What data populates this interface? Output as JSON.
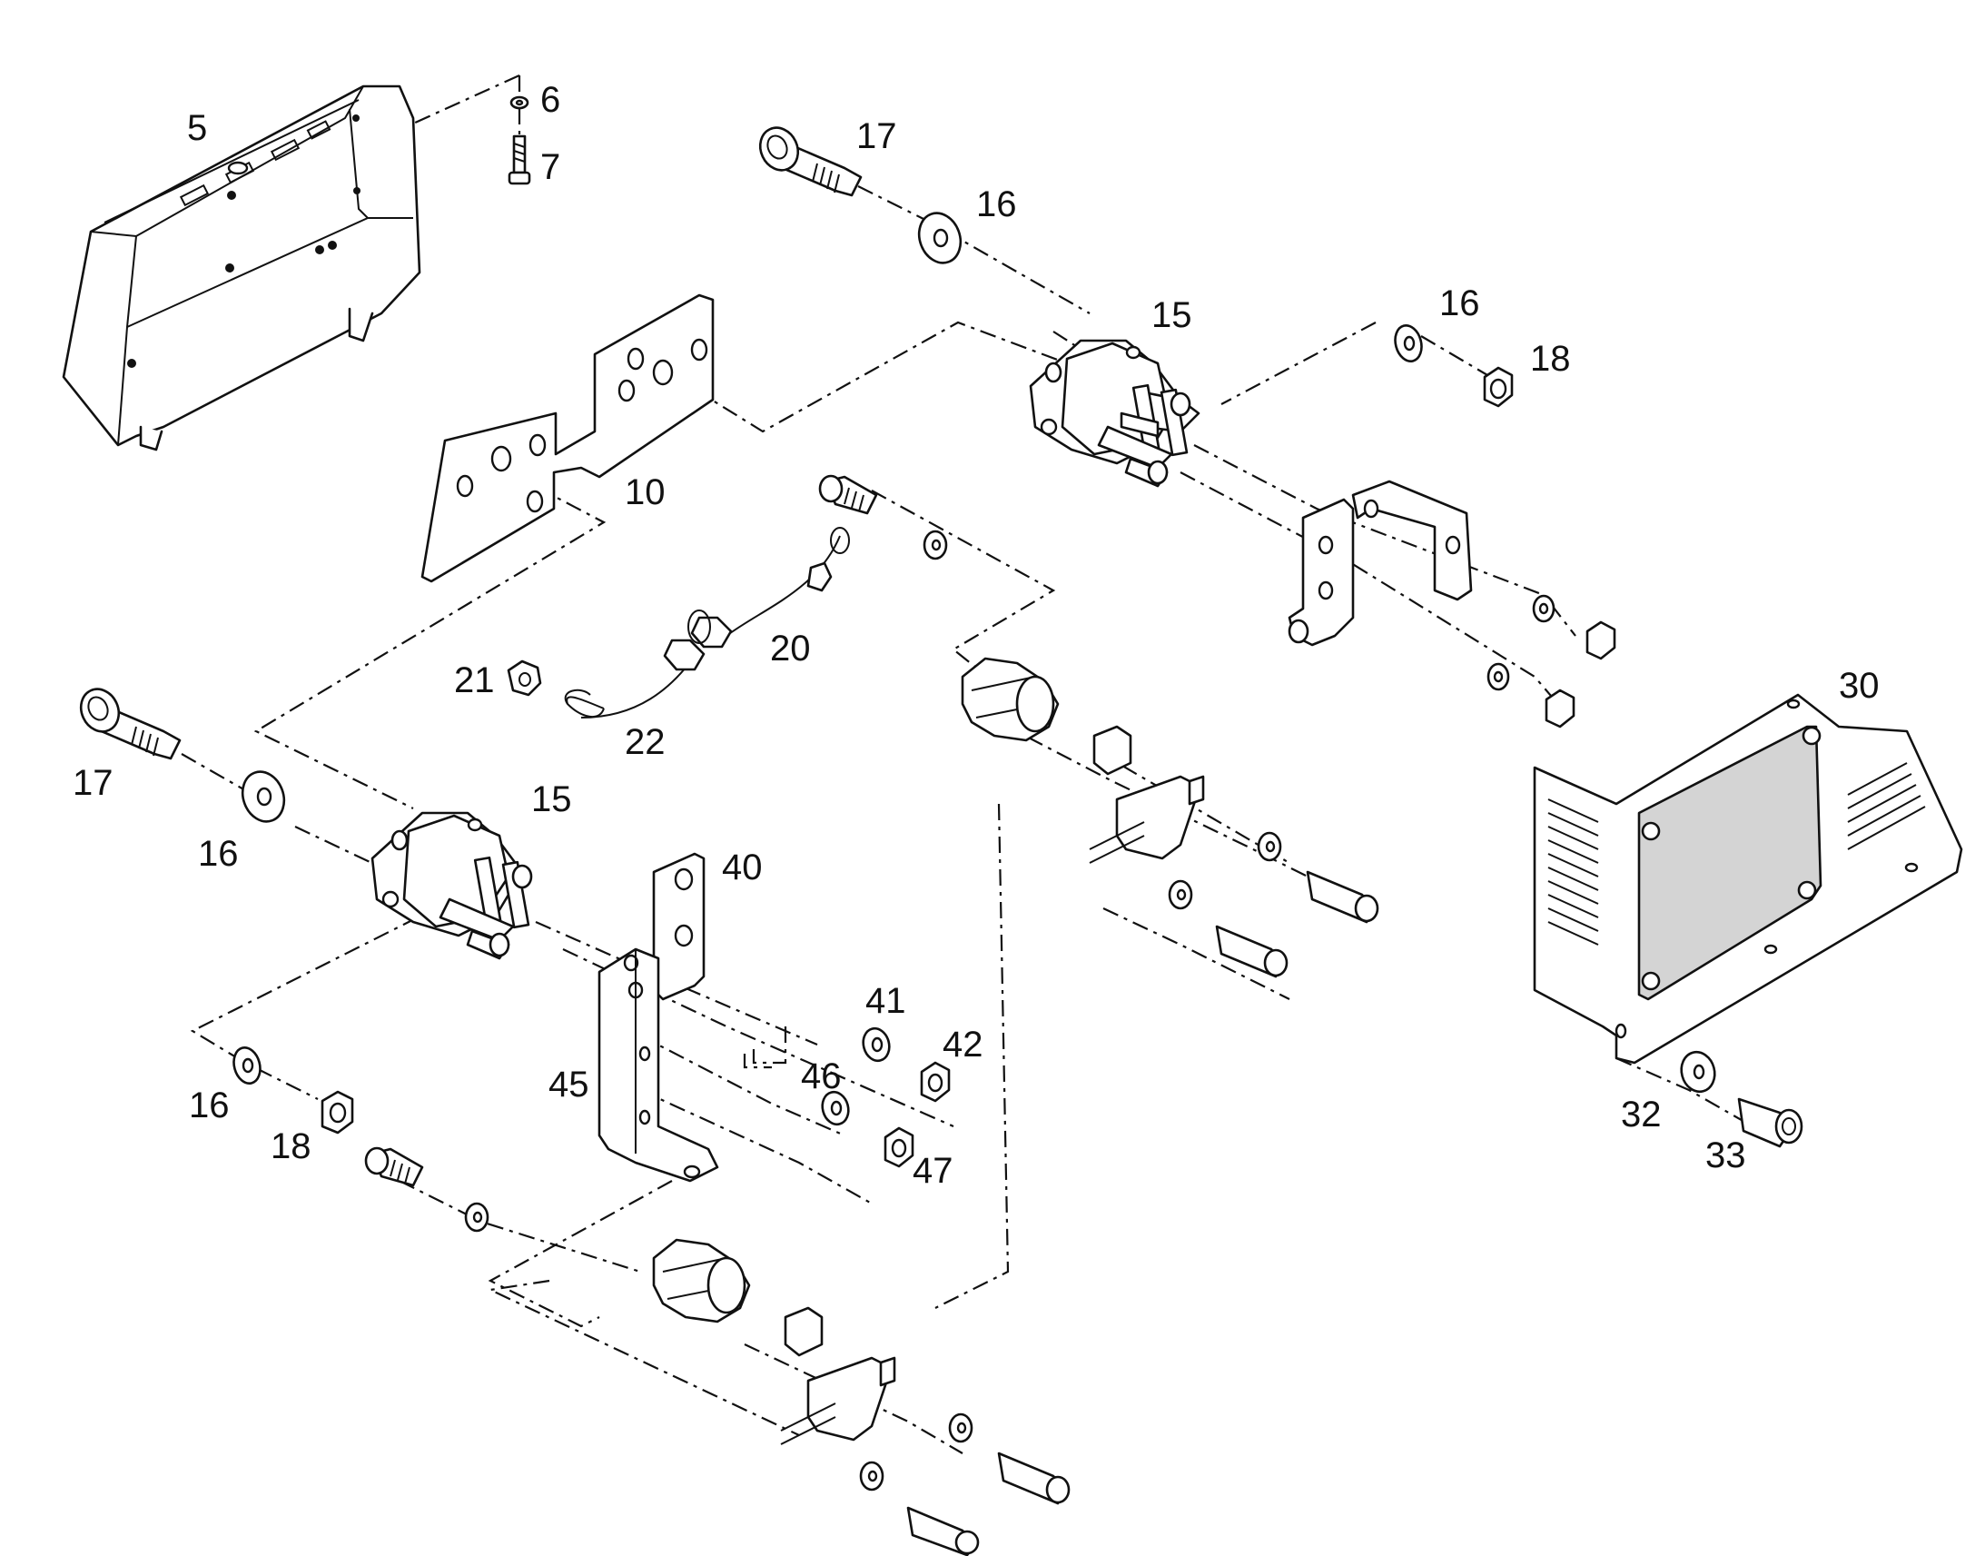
{
  "diagram": {
    "labels": {
      "p5": "5",
      "p6": "6",
      "p7": "7",
      "p17_top": "17",
      "p16_top": "16",
      "p15_top": "15",
      "p16_topright": "16",
      "p18_topright": "18",
      "p10": "10",
      "p20": "20",
      "p21": "21",
      "p22": "22",
      "p17_left": "17",
      "p16_left": "16",
      "p15_left": "15",
      "p40": "40",
      "p41": "41",
      "p42": "42",
      "p45": "45",
      "p46": "46",
      "p47": "47",
      "p16_bottom": "16",
      "p18_bottom": "18",
      "p30": "30",
      "p32": "32",
      "p33": "33"
    }
  }
}
